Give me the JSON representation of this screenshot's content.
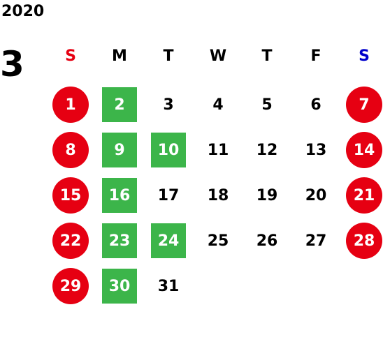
{
  "calendar": {
    "year": "2020",
    "month": "3",
    "weekdays": [
      {
        "label": "S",
        "color": "#e60012"
      },
      {
        "label": "M",
        "color": "#000000"
      },
      {
        "label": "T",
        "color": "#000000"
      },
      {
        "label": "W",
        "color": "#000000"
      },
      {
        "label": "T",
        "color": "#000000"
      },
      {
        "label": "F",
        "color": "#000000"
      },
      {
        "label": "S",
        "color": "#0000cc"
      }
    ],
    "colors": {
      "holiday_circle": "#e60012",
      "highlight_square": "#3cb54a",
      "text_default": "#000000",
      "text_on_mark": "#ffffff"
    },
    "weeks": [
      [
        {
          "day": "1",
          "mark": "circle"
        },
        {
          "day": "2",
          "mark": "square"
        },
        {
          "day": "3",
          "mark": "none"
        },
        {
          "day": "4",
          "mark": "none"
        },
        {
          "day": "5",
          "mark": "none"
        },
        {
          "day": "6",
          "mark": "none"
        },
        {
          "day": "7",
          "mark": "circle"
        }
      ],
      [
        {
          "day": "8",
          "mark": "circle"
        },
        {
          "day": "9",
          "mark": "square"
        },
        {
          "day": "10",
          "mark": "square"
        },
        {
          "day": "11",
          "mark": "none"
        },
        {
          "day": "12",
          "mark": "none"
        },
        {
          "day": "13",
          "mark": "none"
        },
        {
          "day": "14",
          "mark": "circle"
        }
      ],
      [
        {
          "day": "15",
          "mark": "circle"
        },
        {
          "day": "16",
          "mark": "square"
        },
        {
          "day": "17",
          "mark": "none"
        },
        {
          "day": "18",
          "mark": "none"
        },
        {
          "day": "19",
          "mark": "none"
        },
        {
          "day": "20",
          "mark": "none"
        },
        {
          "day": "21",
          "mark": "circle"
        }
      ],
      [
        {
          "day": "22",
          "mark": "circle"
        },
        {
          "day": "23",
          "mark": "square"
        },
        {
          "day": "24",
          "mark": "square"
        },
        {
          "day": "25",
          "mark": "none"
        },
        {
          "day": "26",
          "mark": "none"
        },
        {
          "day": "27",
          "mark": "none"
        },
        {
          "day": "28",
          "mark": "circle"
        }
      ],
      [
        {
          "day": "29",
          "mark": "circle"
        },
        {
          "day": "30",
          "mark": "square"
        },
        {
          "day": "31",
          "mark": "none"
        }
      ]
    ]
  }
}
